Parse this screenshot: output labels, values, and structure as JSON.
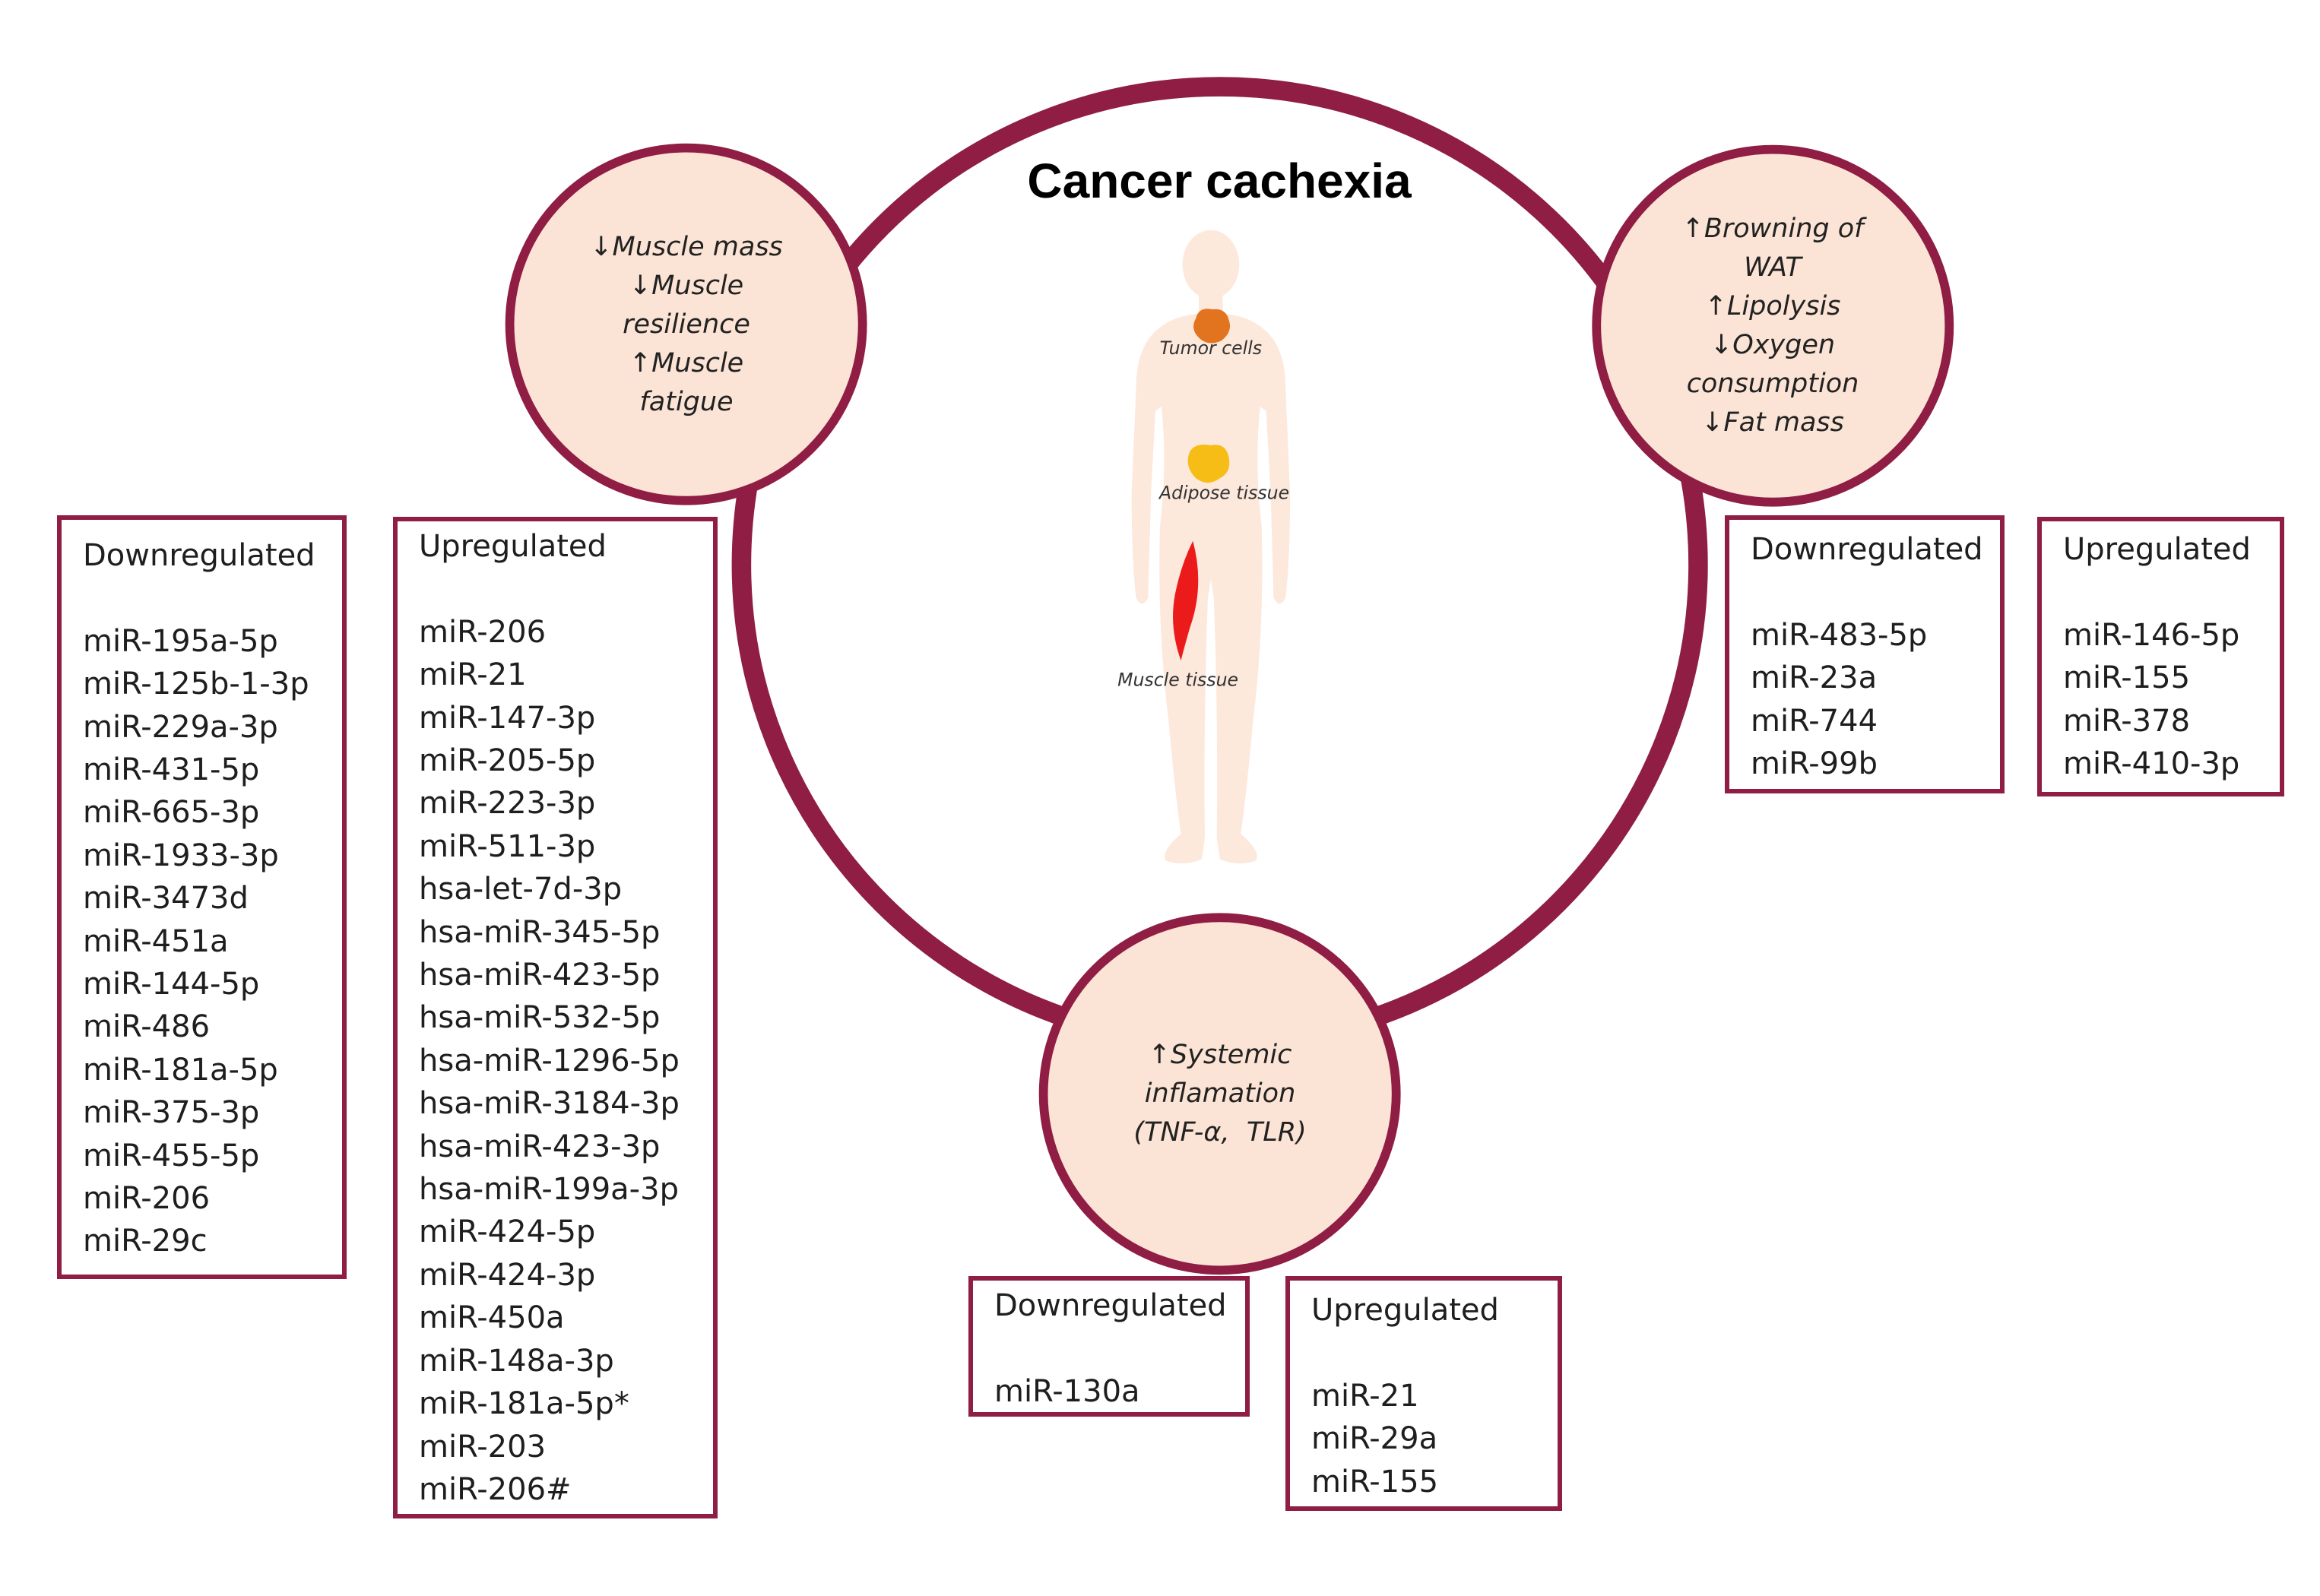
{
  "title": "Cancer cachexia",
  "colors": {
    "maroon": "#8f1d44",
    "circle_fill": "#fbe4d5",
    "body": "#fde8dc",
    "tumor": "#e3741f",
    "adipose": "#f6bd16",
    "muscle": "#ec1b1b"
  },
  "body_labels": {
    "tumor": "Tumor cells",
    "adipose": "Adipose tissue",
    "muscle": "Muscle tissue"
  },
  "muscle_effects": {
    "lines": [
      "↓Muscle mass",
      "↓Muscle",
      "resilience",
      "↑Muscle",
      "fatigue"
    ]
  },
  "fat_effects": {
    "lines": [
      "↑Browning of",
      "WAT",
      "↑Lipolysis",
      "↓Oxygen",
      "consumption",
      "↓Fat mass"
    ]
  },
  "inflammation_effects": {
    "lines": [
      "↑Systemic",
      "inflamation",
      "(TNF-α,  TLR)"
    ]
  },
  "muscle_mirna": {
    "downregulated": {
      "heading": "Downregulated",
      "items": [
        "miR-195a-5p",
        "miR-125b-1-3p",
        "miR-229a-3p",
        "miR-431-5p",
        "miR-665-3p",
        "miR-1933-3p",
        "miR-3473d",
        "miR-451a",
        "miR-144-5p",
        "miR-486",
        "miR-181a-5p",
        "miR-375-3p",
        "miR-455-5p",
        "miR-206",
        "miR-29c"
      ]
    },
    "upregulated": {
      "heading": "Upregulated",
      "items": [
        "miR-206",
        "miR-21",
        "miR-147-3p",
        "miR-205-5p",
        "miR-223-3p",
        "miR-511-3p",
        "hsa-let-7d-3p",
        "hsa-miR-345-5p",
        "hsa-miR-423-5p",
        "hsa-miR-532-5p",
        "hsa-miR-1296-5p",
        "hsa-miR-3184-3p",
        "hsa-miR-423-3p",
        "hsa-miR-199a-3p",
        "miR-424-5p",
        "miR-424-3p",
        "miR-450a",
        "miR-148a-3p",
        "miR-181a-5p*",
        "miR-203",
        "miR-206#"
      ]
    }
  },
  "fat_mirna": {
    "downregulated": {
      "heading": "Downregulated",
      "items": [
        "miR-483-5p",
        "miR-23a",
        "miR-744",
        "miR-99b"
      ]
    },
    "upregulated": {
      "heading": "Upregulated",
      "items": [
        "miR-146-5p",
        "miR-155",
        "miR-378",
        "miR-410-3p"
      ]
    }
  },
  "inflammation_mirna": {
    "downregulated": {
      "heading": "Downregulated",
      "items": [
        "miR-130a"
      ]
    },
    "upregulated": {
      "heading": "Upregulated",
      "items": [
        "miR-21",
        "miR-29a",
        "miR-155"
      ]
    }
  }
}
